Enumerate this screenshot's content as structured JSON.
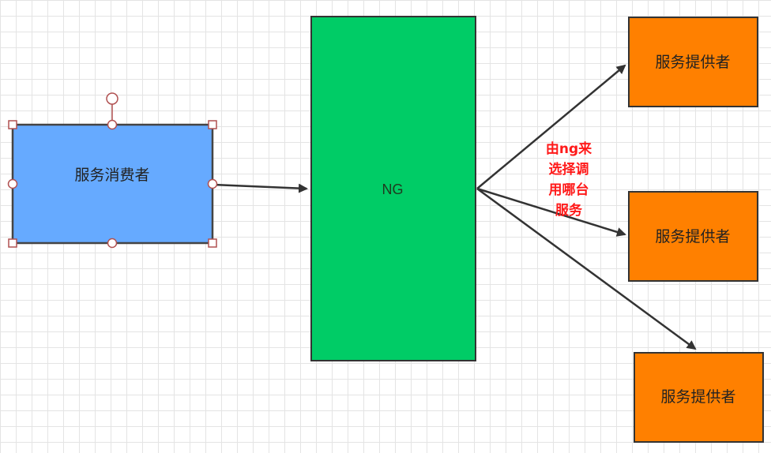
{
  "colors": {
    "consumer_fill": "#66aaff",
    "ng_fill": "#00cc66",
    "provider_fill": "#ff8000",
    "stroke": "#333333",
    "annotation": "#ff1a1a",
    "handle_stroke": "#b05050"
  },
  "nodes": {
    "consumer": {
      "label": "服务消费者"
    },
    "ng": {
      "label": "NG"
    },
    "providers": [
      {
        "label": "服务提供者"
      },
      {
        "label": "服务提供者"
      },
      {
        "label": "服务提供者"
      }
    ]
  },
  "annotation": {
    "lines": [
      "由ng来",
      "选择调",
      "用哪台",
      "服务"
    ]
  }
}
